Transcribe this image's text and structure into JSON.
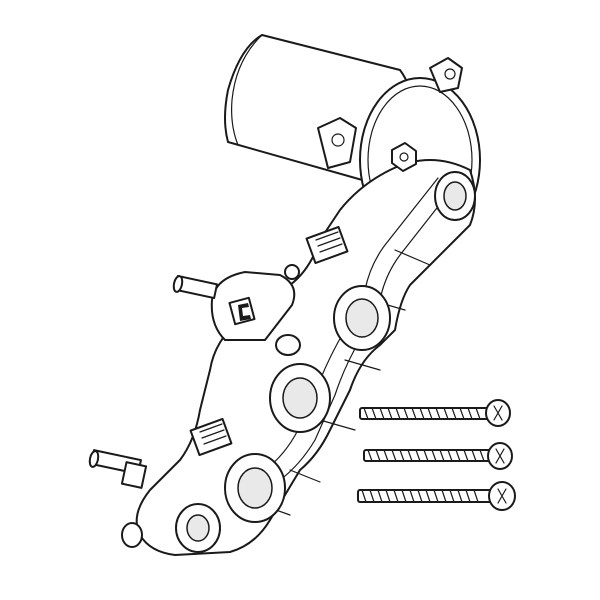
{
  "figure": {
    "background": "#ffffff",
    "line_color": "#1a1a1a",
    "parts": [
      {
        "id": "motor",
        "icon": "motor-cylinder-icon"
      },
      {
        "id": "gear-cover",
        "icon": "gear-cover-icon"
      },
      {
        "id": "gearbox-housing",
        "icon": "gearbox-housing-icon"
      },
      {
        "id": "output-shafts",
        "icon": "shaft-icon",
        "count": 2
      },
      {
        "id": "screws",
        "icon": "phillips-screw-icon",
        "count": 3
      }
    ]
  }
}
